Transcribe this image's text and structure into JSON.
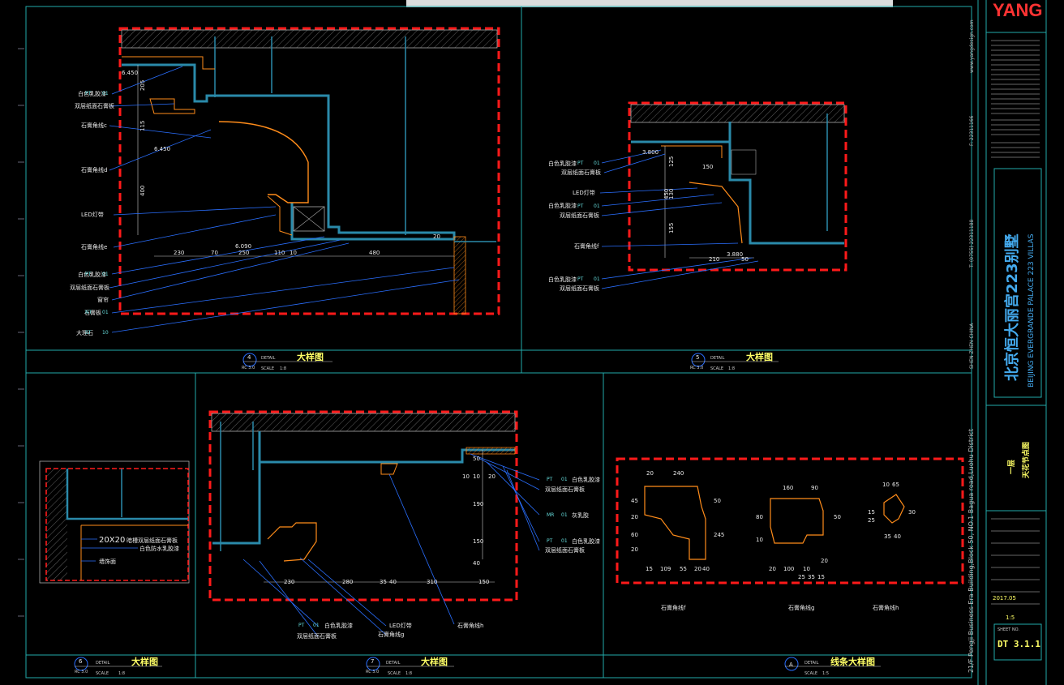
{
  "brand": "YANG",
  "company_url": "www.yangdesign.com",
  "fax": "F: 22311166",
  "tel": "T: (0755) 22311188",
  "city_line": "SHEN ZHEN CHINA",
  "address": "21/F Pengji Business Era Building,Block 50, NO.1 Bagua road,Luohu District",
  "project_cn": "北京恒大丽宫223别墅",
  "project_en": "BEIJING EVERGRANDE PALACE 223 VILLAS",
  "drawing_name_1": "一层",
  "drawing_name_2": "天花节点图",
  "sheet_no": "DT 3.1.1",
  "sheet_label": "SHEET NO.",
  "scale_note": "1:5",
  "date_note": "2017.05",
  "titles": {
    "t4": {
      "num": "4",
      "ref": "RC 3.0",
      "detail": "DETAIL",
      "name": "大样图",
      "scale": "SCALE",
      "ratio": "1:8"
    },
    "t5": {
      "num": "5",
      "ref": "RC 3.0",
      "detail": "DETAIL",
      "name": "大样图",
      "scale": "SCALE",
      "ratio": "1:8"
    },
    "t6": {
      "num": "6",
      "ref": "RC 3.0",
      "detail": "DETAIL",
      "name": "大样图",
      "scale": "SCALE",
      "ratio": "1:8"
    },
    "t7": {
      "num": "7",
      "ref": "RC 3.0",
      "detail": "DETAIL",
      "name": "大样图",
      "scale": "SCALE",
      "ratio": "1:8"
    },
    "tA": {
      "num": "A",
      "ref": "",
      "detail": "DETAIL",
      "name": "线条大样图",
      "scale": "SCALE",
      "ratio": "1:5"
    }
  },
  "d4": {
    "labels": [
      "白色乳胶漆",
      "双层纸面石膏板",
      "石膏角线c",
      "石膏角线d",
      "LED灯带",
      "石膏角线e",
      "白色乳胶漆",
      "双层纸面石膏板",
      "窗帘",
      "石膏板",
      "大理石"
    ],
    "tags": [
      "PT",
      "01",
      "PT",
      "01",
      "NT",
      "01",
      "ST",
      "10"
    ],
    "dims_h": [
      "230",
      "70",
      "250",
      "110",
      "10",
      "480",
      "20"
    ],
    "dims_v": [
      "205",
      "115",
      "400"
    ],
    "levels": [
      "6.450",
      "6.450",
      "6.090"
    ]
  },
  "d5": {
    "labels": [
      "白色乳胶漆",
      "双层纸面石膏板",
      "LED灯带",
      "白色乳胶漆",
      "双层纸面石膏板",
      "石膏角线f",
      "白色乳胶漆",
      "双层纸面石膏板"
    ],
    "tags": [
      "PT",
      "01",
      "PT",
      "01",
      "PT",
      "01"
    ],
    "dims": [
      "125",
      "150",
      "450",
      "130",
      "155",
      "210",
      "50",
      "3.800",
      "3.880"
    ]
  },
  "d6": {
    "labels": [
      "20X20",
      "暗槽双层纸面石膏板",
      "白色防水乳胶漆",
      "墙饰面"
    ]
  },
  "d7": {
    "labels": [
      "白色乳胶漆",
      "双层纸面石膏板",
      "灰乳胶",
      "白色乳胶漆",
      "双层纸面石膏板",
      "白色乳胶漆",
      "双层纸面石膏板",
      "LED灯带",
      "石膏角线g",
      "石膏角线h"
    ],
    "tags": [
      "PT",
      "01",
      "MR",
      "01",
      "PT",
      "01",
      "PT",
      "01"
    ],
    "dims_h": [
      "230",
      "280",
      "35",
      "40",
      "310",
      "150"
    ],
    "dims_v": [
      "50",
      "10",
      "190",
      "150",
      "40",
      "10",
      "20"
    ]
  },
  "dA": {
    "names": [
      "石膏角线f",
      "石膏角线g",
      "石膏角线h"
    ],
    "f_dims": [
      "20",
      "240",
      "50",
      "245",
      "60",
      "20",
      "15",
      "109",
      "55",
      "20",
      "40",
      "45",
      "20"
    ],
    "g_dims": [
      "160",
      "90",
      "80",
      "10",
      "20",
      "100",
      "10",
      "25",
      "35",
      "15",
      "20",
      "50"
    ],
    "h_dims": [
      "10",
      "65",
      "15",
      "35",
      "40",
      "30",
      "25"
    ]
  },
  "colors": {
    "frame": "#ff1a1a",
    "ceiling": "#2a8aaa",
    "accent": "#ff8c1a",
    "leader": "#2a6fff",
    "text": "#e8e8e8",
    "title": "#ffff66"
  }
}
